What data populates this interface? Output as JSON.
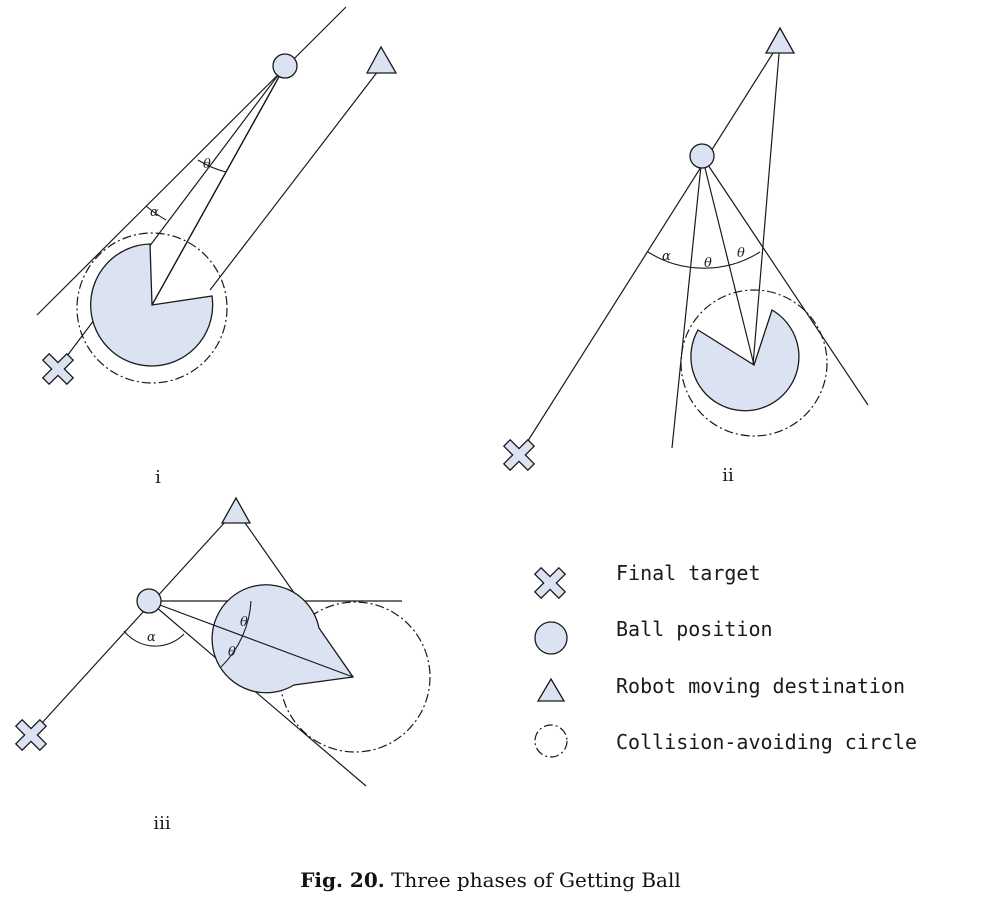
{
  "panels": [
    {
      "label": "i"
    },
    {
      "label": "ii"
    },
    {
      "label": "iii"
    }
  ],
  "angle_symbols": {
    "theta": "θ",
    "alpha": "α"
  },
  "legend": {
    "items": [
      {
        "icon": "cross-icon",
        "label": "Final target"
      },
      {
        "icon": "circle-icon",
        "label": "Ball position"
      },
      {
        "icon": "triangle-icon",
        "label": "Robot moving destination"
      },
      {
        "icon": "dashed-circle-icon",
        "label": "Collision-avoiding circle"
      }
    ]
  },
  "caption": {
    "number": "Fig. 20.",
    "text": "Three phases of Getting Ball"
  },
  "colors": {
    "fill": "#dbe3f3",
    "stroke": "#1a1a1a"
  }
}
